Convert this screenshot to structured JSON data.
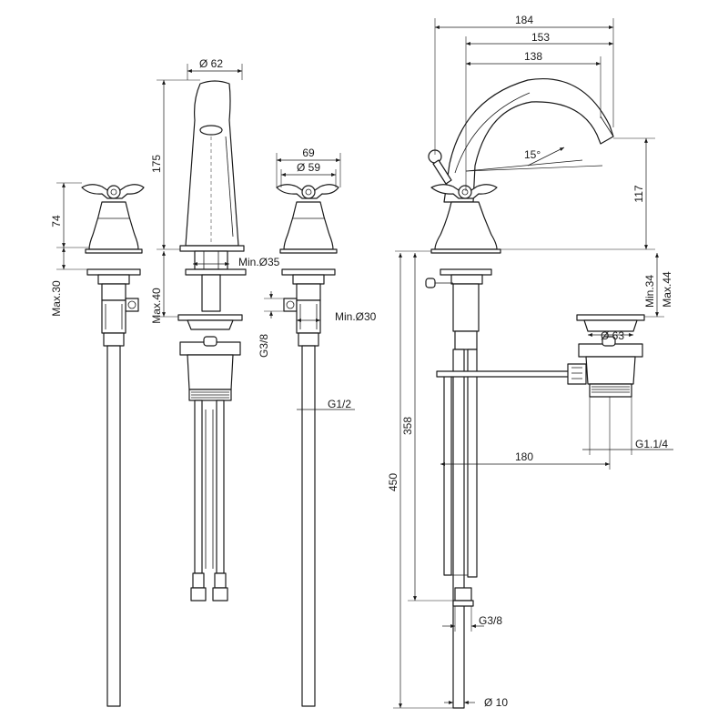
{
  "diagram": {
    "dimensions": {
      "d62": "Ø 62",
      "h175": "175",
      "h74": "74",
      "max30": "Max.30",
      "max40": "Max.40",
      "min35": "Min.Ø35",
      "w69": "69",
      "d59": "Ø 59",
      "g38_left": "G3/8",
      "min30": "Min.Ø30",
      "g12": "G1/2",
      "w184": "184",
      "w153": "153",
      "w138": "138",
      "angle15": "15°",
      "h117": "117",
      "min34": "Min.34",
      "max44": "Max.44",
      "d63": "Ø 63",
      "g114": "G1.1/4",
      "w180": "180",
      "h358": "358",
      "h450": "450",
      "g38_bottom": "G3/8",
      "d10": "Ø 10"
    }
  }
}
